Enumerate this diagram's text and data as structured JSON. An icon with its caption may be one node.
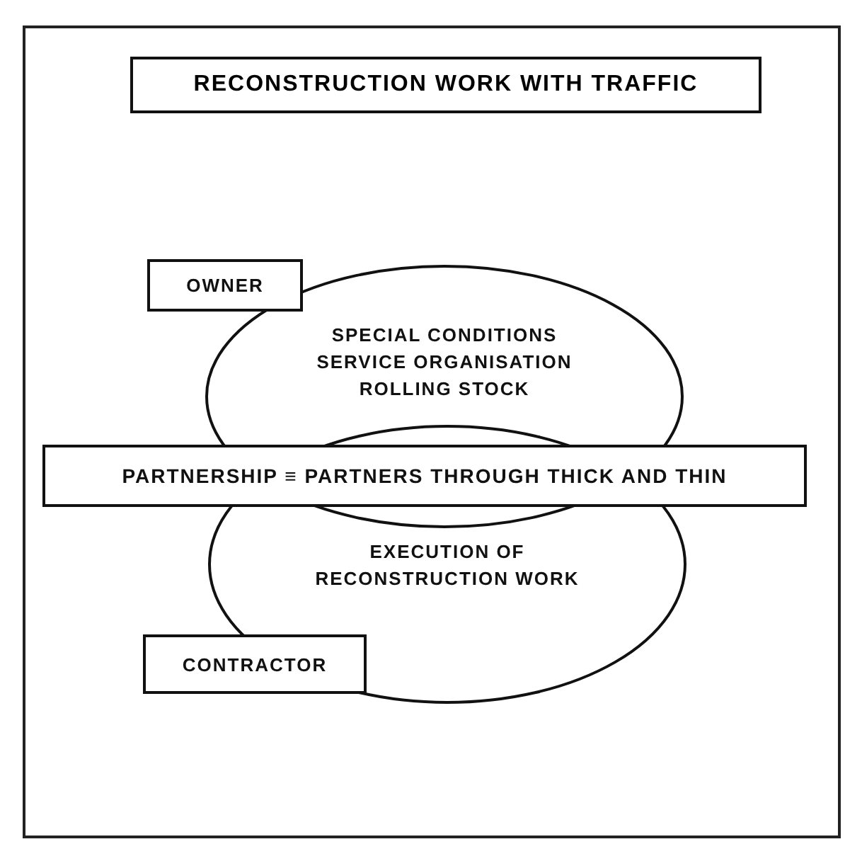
{
  "diagram": {
    "title": "RECONSTRUCTION WORK WITH TRAFFIC",
    "nodes": [
      {
        "text": [
          "OWNER"
        ]
      },
      {
        "text": [
          "SPECIAL CONDITIONS SERVICE ORGANISATION ROLLING STOCK"
        ]
      },
      {
        "text": [
          "PARTNERSHIP ≡ PARTNERS THROUGH THICK AND THIN"
        ]
      },
      {
        "text": [
          "EXECUTION OF RECONSTRUCTION WORK"
        ]
      },
      {
        "text": [
          "CONTRACTOR"
        ]
      }
    ]
  }
}
